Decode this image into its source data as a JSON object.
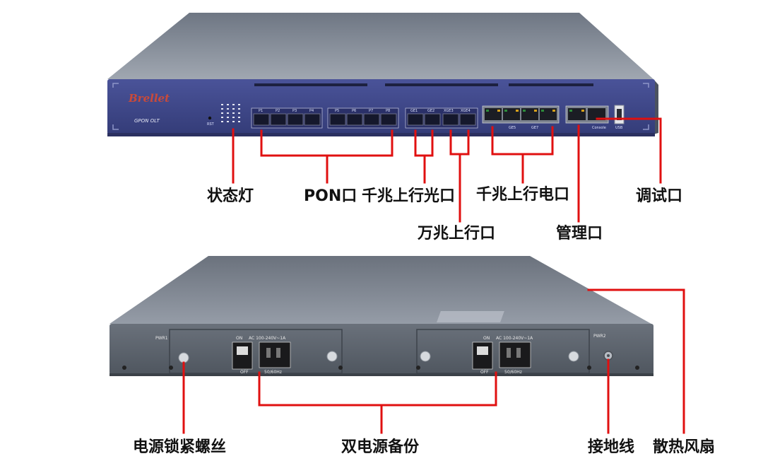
{
  "front_panel": {
    "brand": "Brellet",
    "model": "GPON OLT",
    "pon_port_labels": [
      "P1",
      "P2",
      "P3",
      "P4",
      "P5",
      "P6",
      "P7",
      "P8"
    ],
    "ge_optical_labels": [
      "GE1",
      "GE2"
    ],
    "xge_labels": [
      "XGE3",
      "XGE4"
    ],
    "electrical_labels": [
      "GE5",
      "GE7"
    ],
    "console_label": "Console",
    "usb_label": "USB",
    "reset_label": "RST"
  },
  "rear_panel": {
    "psu_left_label": "PWR1",
    "psu_right_label": "PWR2",
    "switch_on": "ON",
    "switch_off": "OFF",
    "power_rating": "AC 100-240V~1A",
    "frequency": "50/60Hz"
  },
  "callouts": {
    "status_light": "状态灯",
    "pon_port": "PON口",
    "gigabit_uplink_optical": "千兆上行光口",
    "ten_gigabit_uplink": "万兆上行口",
    "gigabit_uplink_electrical": "千兆上行电口",
    "management_port": "管理口",
    "debug_port": "调试口",
    "power_lock_screw": "电源锁紧螺丝",
    "dual_power_backup": "双电源备份",
    "ground_wire": "接地线",
    "cooling_fan": "散热风扇"
  },
  "colors": {
    "callout_line": "#e01010",
    "front_panel": "#3f4888",
    "chassis_top": "#808894",
    "chassis_rear": "#5c636c"
  }
}
